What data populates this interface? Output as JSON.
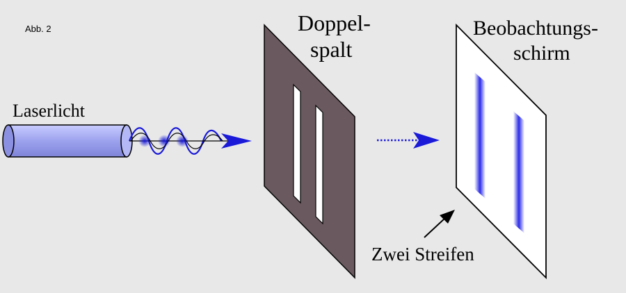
{
  "figure_label": "Abb. 2",
  "labels": {
    "laser": "Laserlicht",
    "slit_line1": "Doppel-",
    "slit_line2": "spalt",
    "screen_line1": "Beobachtungs-",
    "screen_line2": "schirm",
    "fringes": "Zwei Streifen"
  },
  "colors": {
    "background": "#e8e8e8",
    "laser_body": "#a4a8f0",
    "beam": "#1a1ad8",
    "slit_plate": "#6a5a60",
    "fringe": "#2a2ae6",
    "line": "#000000"
  },
  "icons": [
    "laser-cylinder-icon",
    "wave-icon",
    "arrow-icon"
  ]
}
